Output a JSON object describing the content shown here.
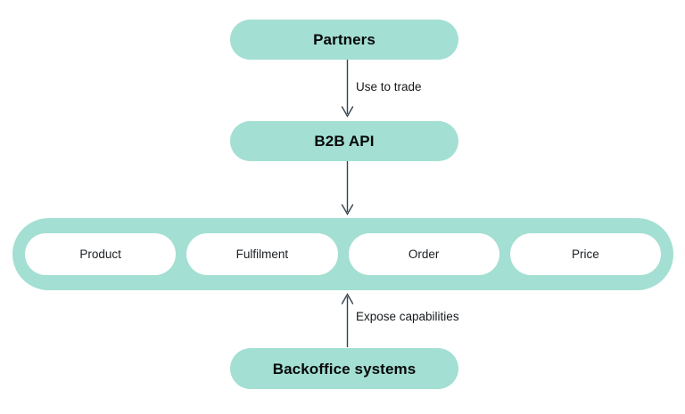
{
  "diagram": {
    "title": "B2B API capability exposure diagram",
    "background_color": "#ffffff",
    "accent_color": "#a3dfd2",
    "connector_color": "#33444e",
    "nodes": {
      "partners": {
        "label": "Partners"
      },
      "b2b_api": {
        "label": "B2B API"
      },
      "backoffice": {
        "label": "Backoffice systems"
      }
    },
    "capability_bar": {
      "items": [
        {
          "label": "Product"
        },
        {
          "label": "Fulfilment"
        },
        {
          "label": "Order"
        },
        {
          "label": "Price"
        }
      ]
    },
    "edges": [
      {
        "id": "partners-to-api",
        "label": "Use to trade",
        "from": "partners",
        "to": "b2b_api",
        "direction": "down"
      },
      {
        "id": "api-to-capabilities",
        "label": "",
        "from": "b2b_api",
        "to": "capability_bar",
        "direction": "down"
      },
      {
        "id": "backoffice-to-capabilities",
        "label": "Expose capabilities",
        "from": "backoffice",
        "to": "capability_bar",
        "direction": "up"
      }
    ]
  }
}
